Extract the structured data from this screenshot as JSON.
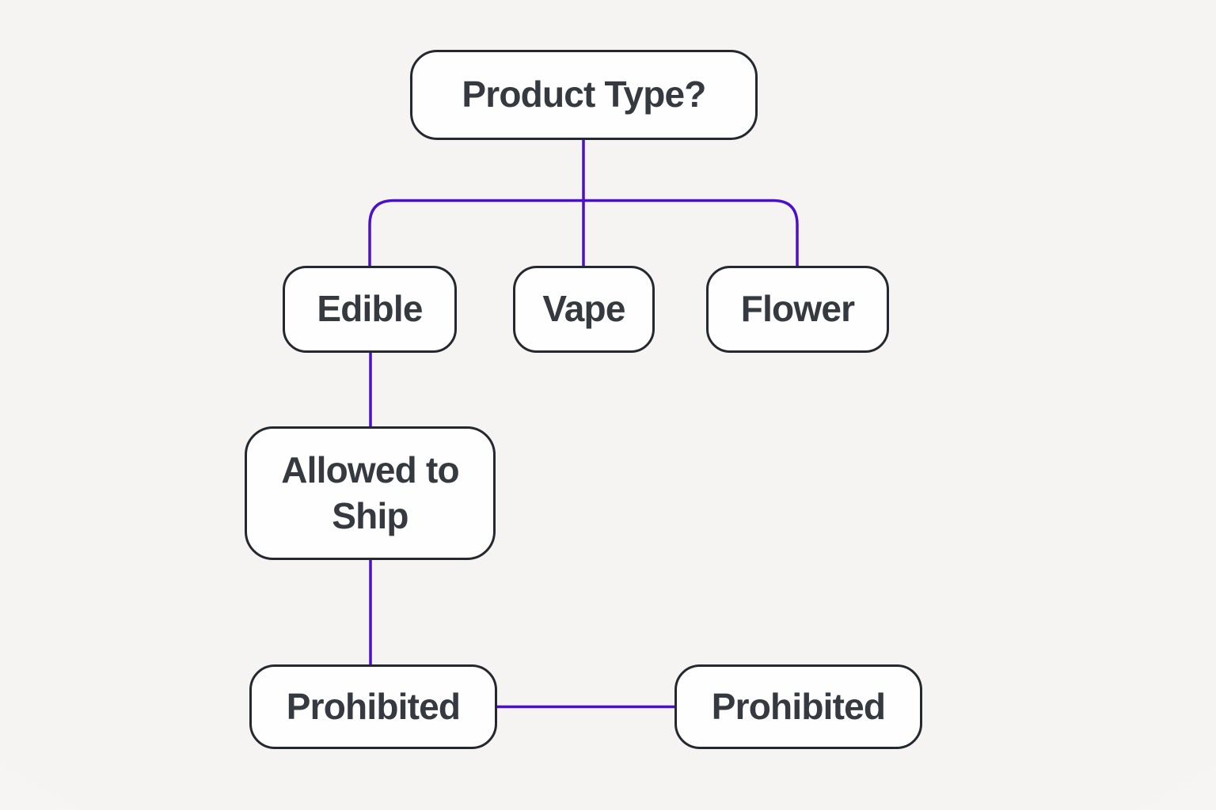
{
  "diagram": {
    "type": "flowchart",
    "background_color": "#f6f4f2",
    "node_fill_color": "#fefefe",
    "node_border_color": "#24292f",
    "node_text_color": "#353a40",
    "connector_color": "#4a10cb",
    "nodes": [
      {
        "id": "product-type",
        "label": "Product Type?"
      },
      {
        "id": "edible",
        "label": "Edible"
      },
      {
        "id": "vape",
        "label": "Vape"
      },
      {
        "id": "flower",
        "label": "Flower"
      },
      {
        "id": "allowed-to-ship",
        "label": "Allowed to Ship"
      },
      {
        "id": "prohibited-left",
        "label": "Prohibited"
      },
      {
        "id": "prohibited-right",
        "label": "Prohibited"
      }
    ],
    "edges": [
      {
        "from": "product-type",
        "to": "edible"
      },
      {
        "from": "product-type",
        "to": "vape"
      },
      {
        "from": "product-type",
        "to": "flower"
      },
      {
        "from": "edible",
        "to": "allowed-to-ship"
      },
      {
        "from": "allowed-to-ship",
        "to": "prohibited-left"
      },
      {
        "from": "prohibited-left",
        "to": "prohibited-right"
      }
    ]
  }
}
